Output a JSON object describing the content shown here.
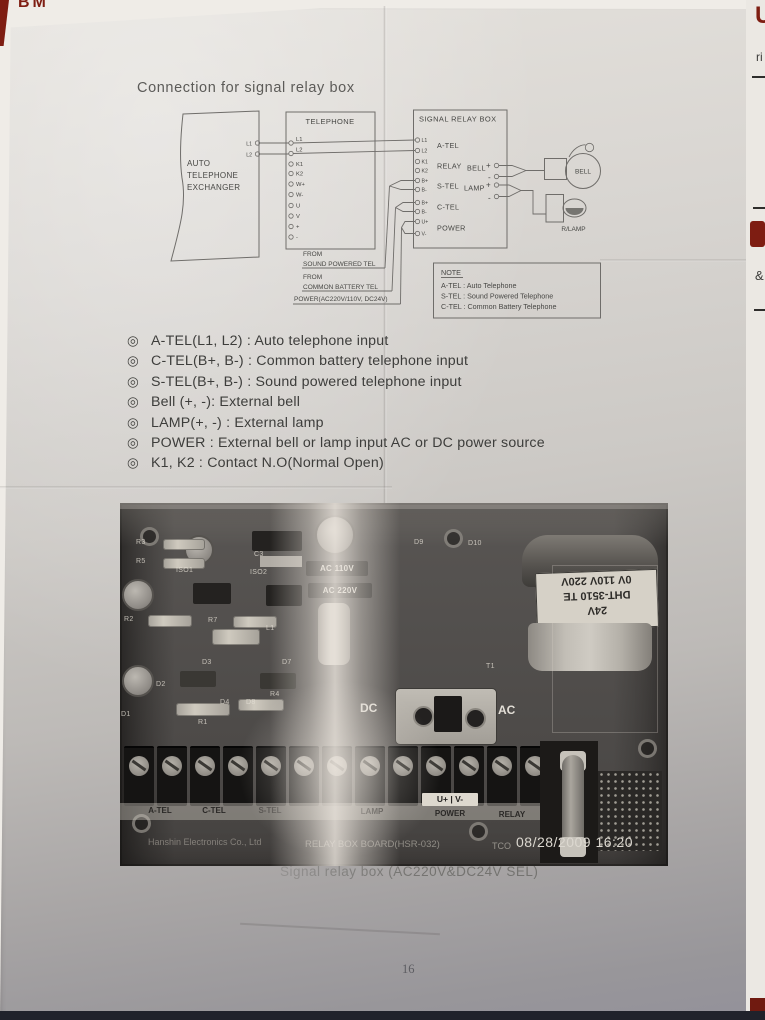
{
  "page": {
    "title": "Connection for signal relay box",
    "page_number": "16",
    "caption": "Signal relay box (AC220V&DC24V SEL)",
    "bullet_mark": "◎",
    "bullets": [
      "A-TEL(L1, L2) : Auto telephone input",
      "C-TEL(B+, B-) : Common battery telephone input",
      "S-TEL(B+, B-) : Sound powered telephone input",
      "Bell (+, -): External bell",
      "LAMP(+, -) : External lamp",
      "POWER : External bell or lamp input AC or DC power source",
      "K1, K2 : Contact N.O(Normal Open)"
    ]
  },
  "diagram": {
    "exchanger": {
      "lines": [
        "AUTO",
        "TELEPHONE",
        "EXCHANGER"
      ],
      "terminals": [
        "L1",
        "L2"
      ]
    },
    "telephone": {
      "title": "TELEPHONE",
      "terminals": [
        "L1",
        "L2",
        "K1",
        "K2",
        "W+",
        "W-",
        "U",
        "V",
        "+",
        "-"
      ]
    },
    "relay_box": {
      "title": "SIGNAL RELAY BOX",
      "terminals": [
        "L1",
        "L2",
        "K1",
        "K2",
        "B+",
        "B-",
        "B+",
        "B-",
        "U+",
        "V-"
      ],
      "groups": [
        "A-TEL",
        "RELAY",
        "S-TEL",
        "C-TEL",
        "POWER"
      ],
      "bell": "BELL",
      "lamp": "LAMP",
      "plus": "+",
      "minus": "-"
    },
    "bell_label": "BELL",
    "rlamp_label": "R/LAMP",
    "from_sound": [
      "FROM",
      "SOUND POWERED TEL"
    ],
    "from_common": [
      "FROM",
      "COMMON BATTERY TEL"
    ],
    "power_line": "POWER(AC220V/110V, DC24V)",
    "note": {
      "title": "NOTE",
      "lines": [
        "A-TEL : Auto Telephone",
        "S-TEL : Sound Powered Telephone",
        "C-TEL : Common Battery Telephone"
      ]
    }
  },
  "pcb": {
    "components": {
      "r3": "R3",
      "r5": "R5",
      "c3": "C3",
      "iso1": "ISO1",
      "iso2": "ISO2",
      "r2": "R2",
      "r7": "R7",
      "l1": "L1",
      "d3": "D3",
      "d7": "D7",
      "d2": "D2",
      "d4": "D4",
      "d8": "D8",
      "r1": "R1",
      "r4": "R4",
      "d1": "D1",
      "d9": "D9",
      "d10": "D10",
      "t1": "T1"
    },
    "ac110": "AC 110V",
    "ac220": "AC 220V",
    "dc": "DC",
    "ac": "AC",
    "transformer": [
      "24V",
      "DHT-3510 TE",
      "0V 110V 220V"
    ],
    "terminal_labels": [
      "A-TEL",
      "C-TEL",
      "S-TEL",
      "LAMP",
      "POWER",
      "RELAY"
    ],
    "power_pins": "U+ | V-",
    "footer": {
      "company": "Hanshin Electronics Co., Ltd",
      "board": "RELAY BOX BOARD(HSR-032)",
      "tco": "TCO",
      "datetime": "08/28/2009 16:20"
    }
  },
  "edge": {
    "top_left": "BM",
    "right_letter": "U",
    "right_ri": "ri",
    "ampersand": "&"
  },
  "colors": {
    "stamp_red": "#7e1d12",
    "bottom_bar": "#20222b",
    "paper": "#cdcac6"
  }
}
